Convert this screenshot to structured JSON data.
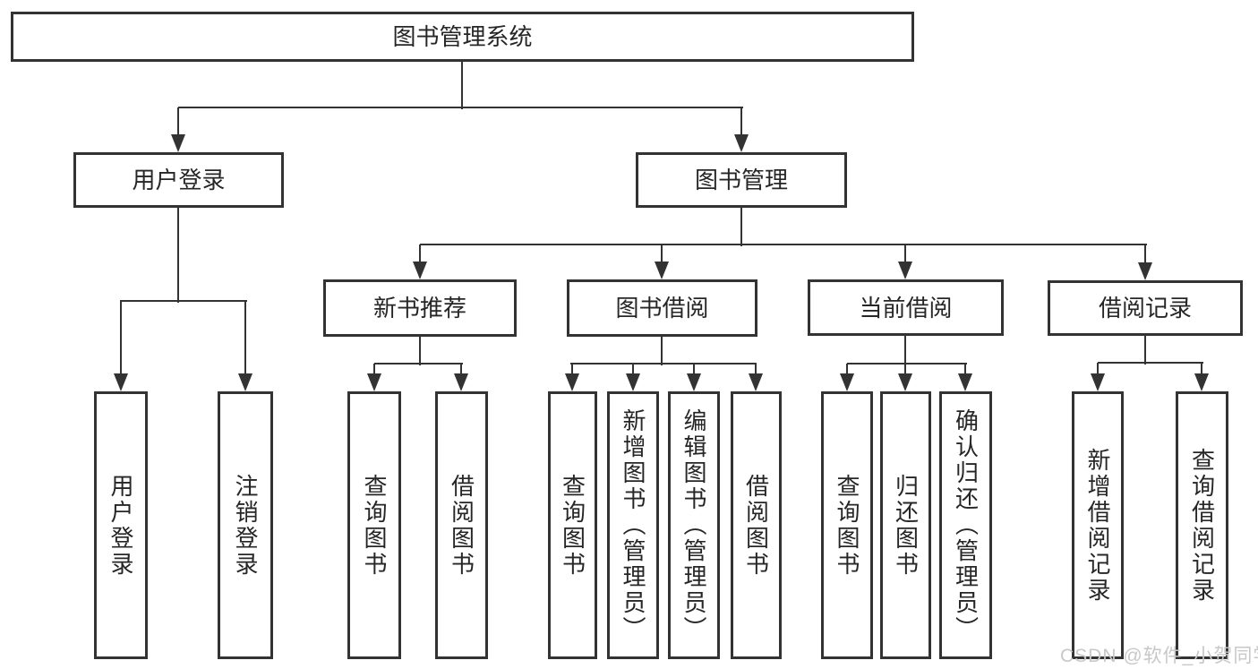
{
  "diagram": {
    "type": "tree",
    "root": {
      "label": "图书管理系统"
    },
    "branches": [
      {
        "label": "用户登录",
        "children": [
          {
            "label": "用户登录"
          },
          {
            "label": "注销登录"
          }
        ]
      },
      {
        "label": "图书管理",
        "children": [
          {
            "label": "新书推荐",
            "children": [
              {
                "label": "查询图书"
              },
              {
                "label": "借阅图书"
              }
            ]
          },
          {
            "label": "图书借阅",
            "children": [
              {
                "label": "查询图书"
              },
              {
                "label": "新增图书（管理员）"
              },
              {
                "label": "编辑图书（管理员）"
              },
              {
                "label": "借阅图书"
              }
            ]
          },
          {
            "label": "当前借阅",
            "children": [
              {
                "label": "查询图书"
              },
              {
                "label": "归还图书"
              },
              {
                "label": "确认归还（管理员）"
              }
            ]
          },
          {
            "label": "借阅记录",
            "children": [
              {
                "label": "新增借阅记录"
              },
              {
                "label": "查询借阅记录"
              }
            ]
          }
        ]
      }
    ],
    "watermark": "CSDN @软件_小贺同学",
    "colors": {
      "line": "#333333",
      "border": "#333333",
      "box_fill": "#ffffff",
      "text": "#262626",
      "watermark": "#c8c8c8",
      "background": "#ffffff"
    }
  }
}
